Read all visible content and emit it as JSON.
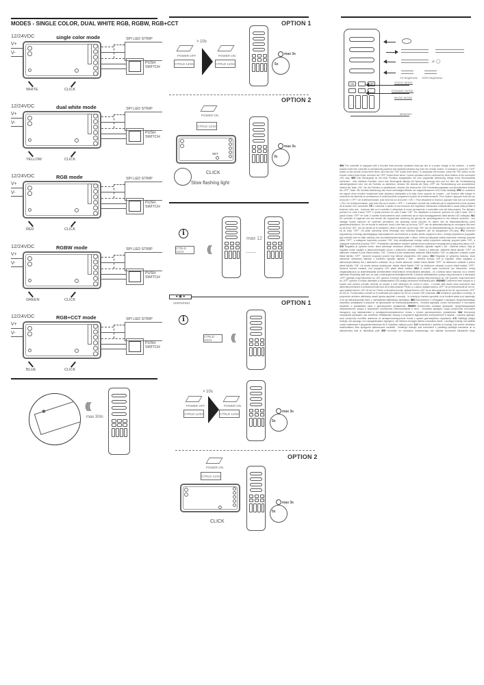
{
  "left": {
    "heading": "MODES - SINGLE COLOR, DUAL WHITE RGB, RGBW, RGB+CCT",
    "common": {
      "voltage": "12/24VDC",
      "vplus": "V+",
      "vminus": "V-",
      "strip": "SPI LED STRIP",
      "push": "PUSH",
      "switch": "SWITCH",
      "click": "CLICK"
    },
    "modes": [
      {
        "title": "single color mode",
        "indicator": "WHITE"
      },
      {
        "title": "dual white mode",
        "indicator": "YELLOW"
      },
      {
        "title": "RGB mode",
        "indicator": "RED"
      },
      {
        "title": "RGBW mode",
        "indicator": "GREEN"
      },
      {
        "title": "RGB+CCT mode",
        "indicator": "BLUE"
      }
    ],
    "range": "max 30m"
  },
  "middle": {
    "pairing": {
      "option1": "OPTION 1",
      "option2": "OPTION 2",
      "gt10s": "> 10s",
      "power_off": "POWER OFF",
      "power_on": "POWER ON",
      "ctrl_label": "CTRLD 12/24",
      "max3s": "max 3s",
      "times5": "5x",
      "times3": "3x",
      "set": "SET",
      "click": "CLICK",
      "slow_flash": "Slow flashing light"
    },
    "multi": {
      "ctrl_label": "CTRLD 12/24",
      "max": "max 12",
      "dots": "........"
    },
    "unpairing": {
      "label": "UNPAIRING",
      "option1": "OPTION 1",
      "option2": "OPTION 2",
      "ctrl_label": "CTRLD 12/24",
      "gt10s": "> 10s",
      "power_off": "POWER OFF",
      "power_on": "POWER ON",
      "max3s": "max 3s",
      "times5": "5x",
      "click": "CLICK"
    }
  },
  "right": {
    "remote_labels": {
      "static": "STATIC MODE",
      "dynamic": "DYNAMIC MODE",
      "music": "MUSIC MODE",
      "memory": "MEMORY",
      "b1": "1% Brightness",
      "b100": "100% Brightness",
      "on": "ON",
      "off": "OFF"
    },
    "text": {
      "en_tag": "/EN/",
      "en": "The controller is equipped with a function that prevents unwanted start-ups due to a power outage in the network - a useful function when the controller is permanently powered and started/controlled only from the remote control. To activate it, press the \"OFF\" button on the remote control three times, and then the \"ON\" button three times. To deactivate the function, press the \"ON\" button on the remote control three times, and then the \"OFF\" button three times. Correct operation will be confirmed by three flashes of the connected LED strip.",
      "de_tag": "/DE/",
      "de": "Das Steuergerät ist mit einer Funktion ausgestattet, die eine ungewollte Aktivierung infolge eines Stromausfalls verhindert - eine nützliche Funktion, wenn das Steuergerät ständig mit Spannung versorgt wird und nur über die Fernbedienung aktiviert/gesteuert wird. Um die Funktion zu aktivieren, drücken Sie dreimal die Taste „OFF\" der Fernbedienung und anschließend dreimal die Taste „ON\". Um die Funktion zu deaktivieren, drücken Sie dreimal die „ON\"-Fernbedienungstaste und anschließend dreimal die „OFF\"-Taste. Die korrekte Aktivierung wird durch dreimaliges Blinken der angeschlossenen LED-Leiste bestätigt.",
      "fr_tag": "/FR/",
      "fr": "Le contrôleur est équipé d'une fonction empêchant toute activation indésirable à la suite d'une coupure de courant - une fonction utile lorsque le contrôleur est alimenté en permanence et activé/contrôlé uniquement à partir de la télécommande. Pour l'activer, appuyez trois fois sur la touche « OFF » de la télécommande, puis trois fois sur la touche « ON ». Pour désactiver la fonction, appuyez trois fois sur la touche « ON » de la télécommande, puis trois fois sur la touche « OFF ». L'activation correcte est confirmée par le clignotement à trois reprises de la bande LED connectée.",
      "it_tag": "/IT/",
      "it": "Il controller è dotato di una funzione che impedisce l'attivazione indesiderata a causa della perdita di tensione nella rete - funzione utile se il controller è alimentato in modo permanente e controllato solo dal telecomando. Per attivarla, premere tre volte il tasto \"OFF\" e quindi premere tre volte il tasto \"ON\". Per disattivare la funzione, premere tre volte il tasto \"ON\" e quindi il tasto \"OFF\" tre volte. Il corretto funzionamento sarà confermato da un triplo lampeggiamento della striscia LED collegata.",
      "nl_tag": "/NL/",
      "nl": "De controller is uitgerust met een functie die ongewenste activering als gevolg van spanningsuitval in het netwerk voorkomt - een handige functie wanneer de controller permanent van spanning wordt voorzien en alleen met de afstandsbediening wordt geactiveerd/bediend. Om de functie te activeren, drukt u drie keer op de knop \"OFF\" van de afstandsbediening en vervolgens drie keer op de knop \"ON\". Om de functie uit te schakelen, drukt u drie keer op de knop \"ON\" van de afstandsbediening en vervolgens drie keer op de knop \"OFF\". De juiste activering wordt bevestigd door driemaal knipperen van de aangesloten LED-strip.",
      "pl_tag": "/PL/",
      "pl": "Kontroler wyposażony w funkcję zapobiegającą niepożądanemu uruchomieniu w wyniku zaniku napięcia w sieci - funkcja przydatna w przypadku gdy kontroler jest na stałe zasilany oraz uruchamiany/sterowany tylko z pilota. Celem jej aktywacji należy trzykrotnie nacisnąć przycisk pilota \"OFF\", a następnie trzykrotnie przycisk \"ON\". Aby dezaktywować funkcję należy trzykrotnie nacisnąć przycisk pilota \"ON\", a następnie trzykrotnie przycisk \"OFF\". Prawidłowe zadziałanie zostanie potwierdzone trzykrotnym mrugnięciem podłączonej taśmy LED.",
      "cz_tag": "/CZ/",
      "cz": "Regulátor je vybaven funkcí, která zabraňuje nežádoucí aktivaci v důsledku výpadku napětí v síti - užitečná funkce, když je regulátor trvale napájen a aktivován/ovládán pouze z dálkového ovladače. Chcete-li ji aktivovat, stiskněte třikrát tlačítko \"OFF\" na dálkovém ovladači a poté třikrát tlačítko \"ON\". Chcete-li funkci deaktivovat, stiskněte třikrát tlačítko \"ON\" na dálkovém ovladači a poté třikrát tlačítko \"OFF\". Správné fungování potvrdí trojí bliknutí připojeného LED pásku.",
      "sk_tag": "/SK/",
      "sk": "Regulátor je vybavený funkciou, ktorá zabraňuje nežiaducej aktivácii v dôsledku výpadku napätia v sieti - užitočná funkcia, keď je regulátor trvalo napájaný a aktivovaný/ovládaný iba z diaľkového ovládača. Ak ju chcete aktivovať, stlačte trikrát tlačidlo \"OFF\" na diaľkovom ovládači a potom trikrát tlačidlo \"ON\". Ak chcete funkciu deaktivovať, stlačte trikrát tlačidlo \"ON\" na diaľkovom ovládači a potom trikrát tlačidlo \"OFF\". Správna funkcia nastane, keď pripojený LED pásik trikrát zabliká.",
      "hu_tag": "/HU/",
      "hu": "A vezérlő olyan funkcióval van felszerelve, amely megakadályozza az áramkimaradás következtében bekövetkező nemkívánatos aktiválást - ez a funkció akkor hasznos, ha a vezérlő állandóan feszültség alatt van, és csak a távirányítóval aktiválják/vezérlik. A funkció aktiválásához nyomja meg háromszor a távirányító „OFF\" gombját, majd háromszor az „ON\" gombot. A funkció kikapcsolásához nyomja meg háromszor az „ON\" gombot, majd háromszor az „OFF\" gombot. A helyes aktiválást a csatlakoztatott LED-szalag háromszori felvillanása jelzi.",
      "ro_tag": "/RO/MD/",
      "ro": "Controlerul este echipat cu o funcție care previne pornirile nedorite ca urmare a unei întreruperi de curent în rețea - o funcție utilă atunci când controlerul este alimentat permanent și activat/controlat doar de la telecomandă. Pentru a o activa, apăsați butonul „OFF\" de pe telecomandă de trei ori, apoi apăsați butonul „ON\" de trei ori. Pentru a dezactiva funcția, apăsați butonul „ON\" de pe telecomandă de trei ori, apoi butonul „OFF\" de trei ori. Funcționarea corectă va fi confirmată prin clipirea de trei ori a benzii LED conectate.",
      "si_tag": "/SI/",
      "si": "Krmilnik je opremljen s funkcijo, ki preprečuje neželeno aktiviranje zaradi izpada napetosti v omrežju - to funkcijo je koristno uporabiti, ko je krmilnik stalno pod napetostjo in se ga aktivira/upravlja samo z upravljalnika daljinskega upravljanja.",
      "bg_tag": "/BG/",
      "bg": "Контролерът е оборудван с функция, предотвратяваща нежелано активиране в резултат на прекъсване на електрозахранването - полезна функция, когато контролерът е постоянно захранен и управляван само с дистанционно управление.",
      "ru_tag": "/RU/BY/",
      "ru": "Контроллер оснащен функцией, предотвращающей нежелательное запуск в результате отключения электроэнергии в сети - полезная функция, когда контроллер постоянно находится под напряжением и активируется/управляется только с пульта дистанционного управления.",
      "ua_tag": "/UA/",
      "ua": "Контролер оснащений функцією, яка запобігає небажаному запуску в результаті відключення електроенергії в мережі - корисна функція, коли контролер постійно живиться та активується/керується тільки з пульта дистанційного керування.",
      "lt_tag": "/LT/",
      "lt": "Valdiklyje įdiegta funkcija, kuri apsaugo nuo nepageidaujamo įsijungimo, dėl elektros energijos tiekimo nutraukimo tinkle - naudinga funkcija, kai valdiklis nuolat maitinamas ir įjungiamas/valdomas tik iš nuotolinio valdymo pulto.",
      "lv_tag": "/LV/",
      "lv": "Kontrolleris ir aprīkots ar funkciju, kas novērš nevēlamu iedarbināšanu tīkla sprieguma pārtraukuma rezultātā - lietderīga funkcija, kad kontrolleris ir pastāvīgi pieslēgts barošanai un to aktivizē/vada tikai ar tālvadības pulti.",
      "ee_tag": "/EE/",
      "ee": "Kontroller on varustatud funktsiooniga, mis takistab soovimatut käivitamist võrgu elektrikatkestuse tagajärjel - kasulik funktsioon, kui kontroller on pidevalt toitel ja seda aktiveeritakse/juhitakse ainult kaugjuhtimispuldi abil. Selle aktiveerimiseks vajutage kolm korda kaugjuhtimispuldi nuppu \"OFF\" ja seejärel kolm korda nuppu \"ON\". Funktsiooni tühistamiseks vajutage kolm korda kaugjuhtimispuldi nuppu \"ON\" ja seejärel kolm korda nuppu \"OFF\". Õiget toimimist kinnitab ühendatud LED-riba, mis vilgub kolm korda."
    }
  }
}
